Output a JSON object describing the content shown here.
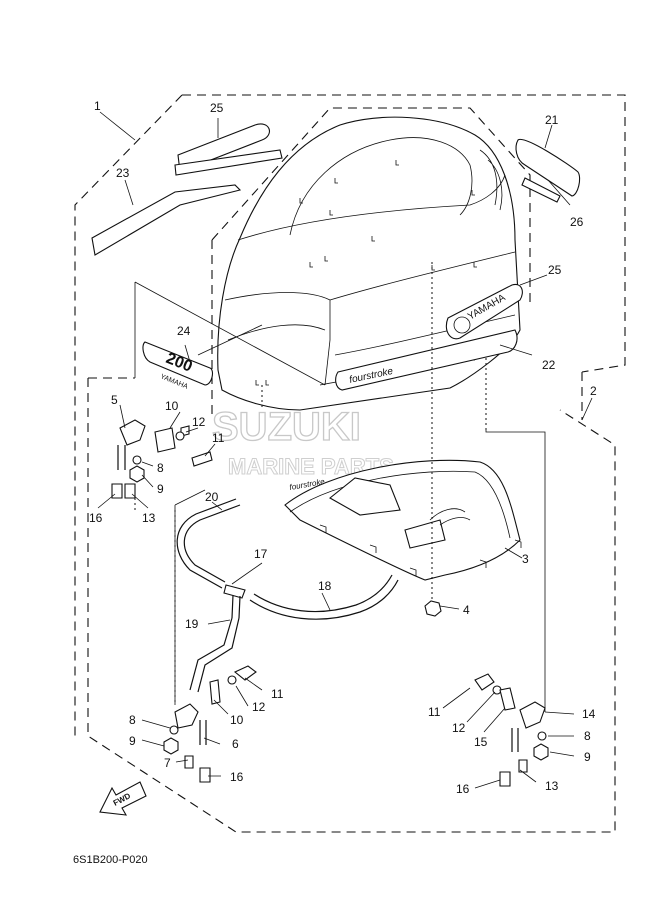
{
  "diagram": {
    "code": "6S1B200-P020",
    "fwd_label": "FWD",
    "watermark": {
      "line1": "SUZUKI",
      "line2": "MARINE PARTS"
    },
    "cowling_text": {
      "brand_side": "YAMAHA",
      "model_badge": "200",
      "badge_brand": "YAMAHA",
      "decal": "fourstroke",
      "cover_text": "fourstroke"
    }
  },
  "callouts": {
    "c1": "1",
    "c25a": "25",
    "c21": "21",
    "c23": "23",
    "c26": "26",
    "c25b": "25",
    "c24": "24",
    "c22": "22",
    "c2": "2",
    "c5": "5",
    "c10a": "10",
    "c12a": "12",
    "c11a": "11",
    "c8a": "8",
    "c9a": "9",
    "c16a": "16",
    "c13a": "13",
    "c20": "20",
    "c3": "3",
    "c4": "4",
    "c17": "17",
    "c18": "18",
    "c19": "19",
    "c11b": "11",
    "c12b": "12",
    "c10b": "10",
    "c8b": "8",
    "c9b": "9",
    "c6": "6",
    "c7": "7",
    "c16b": "16",
    "c11c": "11",
    "c12c": "12",
    "c15": "15",
    "c14": "14",
    "c8c": "8",
    "c9c": "9",
    "c13b": "13",
    "c16c": "16"
  }
}
